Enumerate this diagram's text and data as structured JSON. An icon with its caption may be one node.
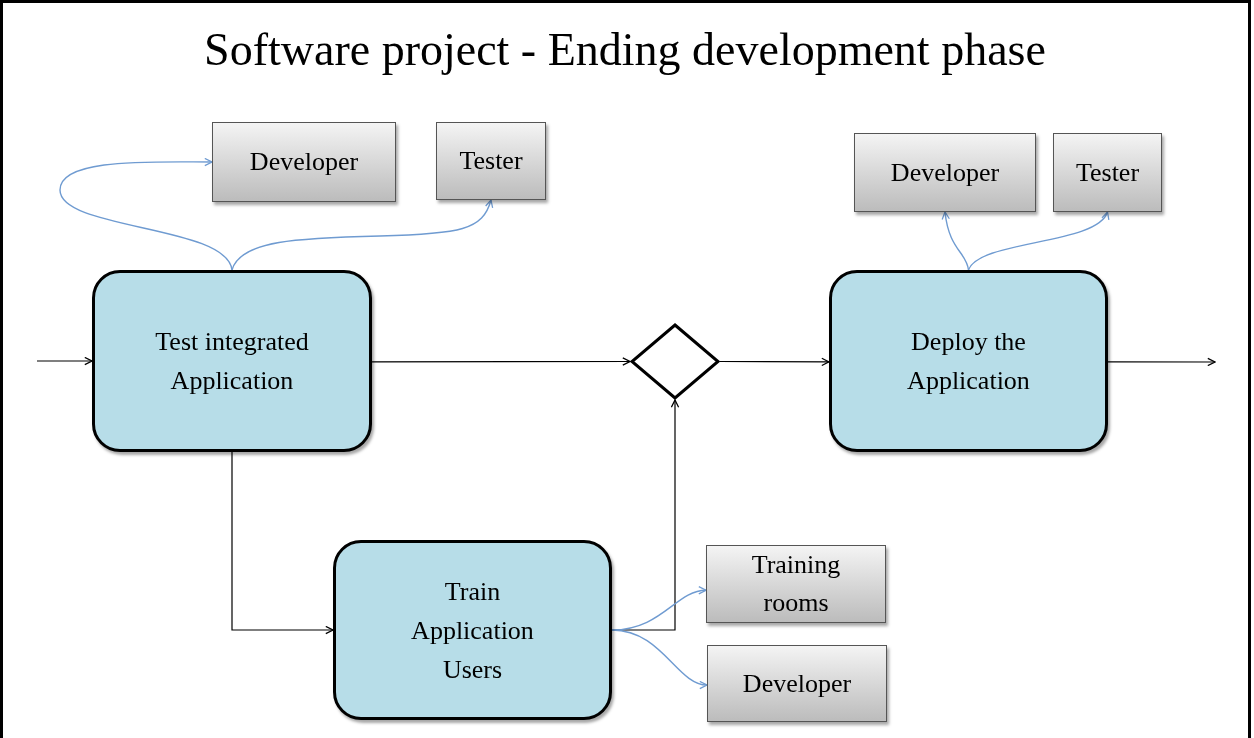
{
  "diagram": {
    "title": "Software project - Ending development phase",
    "nodes": [
      {
        "text": [
          "Test integrated Application"
        ]
      },
      {
        "text": [
          "Developer"
        ]
      },
      {
        "text": [
          "Tester"
        ]
      },
      {
        "text": [],
        "shape": "diamond"
      },
      {
        "text": [
          "Deploy the Application"
        ]
      },
      {
        "text": [
          "Developer"
        ]
      },
      {
        "text": [
          "Tester"
        ]
      },
      {
        "text": [
          "Train Application Users"
        ]
      },
      {
        "text": [
          "Training rooms"
        ]
      },
      {
        "text": [
          "Developer"
        ]
      }
    ],
    "edges": [
      {
        "from": null,
        "to": 0,
        "arrow": "to"
      },
      {
        "from": 0,
        "to": 1,
        "arrow": "to",
        "color": "#6f9bd1"
      },
      {
        "from": 0,
        "to": 2,
        "arrow": "to",
        "color": "#6f9bd1"
      },
      {
        "from": 0,
        "to": 3,
        "arrow": "to"
      },
      {
        "from": 3,
        "to": 4,
        "arrow": "to"
      },
      {
        "from": 4,
        "to": null,
        "arrow": "to"
      },
      {
        "from": 4,
        "to": 5,
        "arrow": "to",
        "color": "#6f9bd1"
      },
      {
        "from": 4,
        "to": 6,
        "arrow": "to",
        "color": "#6f9bd1"
      },
      {
        "from": 0,
        "to": 7,
        "arrow": "to"
      },
      {
        "from": 7,
        "to": 3,
        "arrow": "to"
      },
      {
        "from": 7,
        "to": 8,
        "arrow": "to",
        "color": "#6f9bd1"
      },
      {
        "from": 7,
        "to": 9,
        "arrow": "to",
        "color": "#6f9bd1"
      }
    ]
  }
}
